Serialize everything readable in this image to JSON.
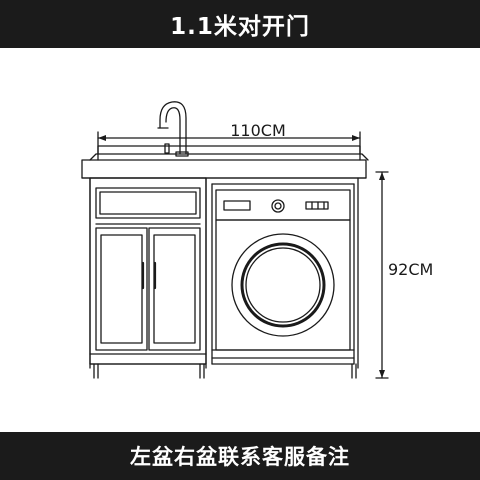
{
  "header": {
    "title": "1.1米对开门"
  },
  "diagram": {
    "width_label": "110CM",
    "height_label": "92CM"
  },
  "footer": {
    "note": "左盆右盆联系客服备注"
  }
}
